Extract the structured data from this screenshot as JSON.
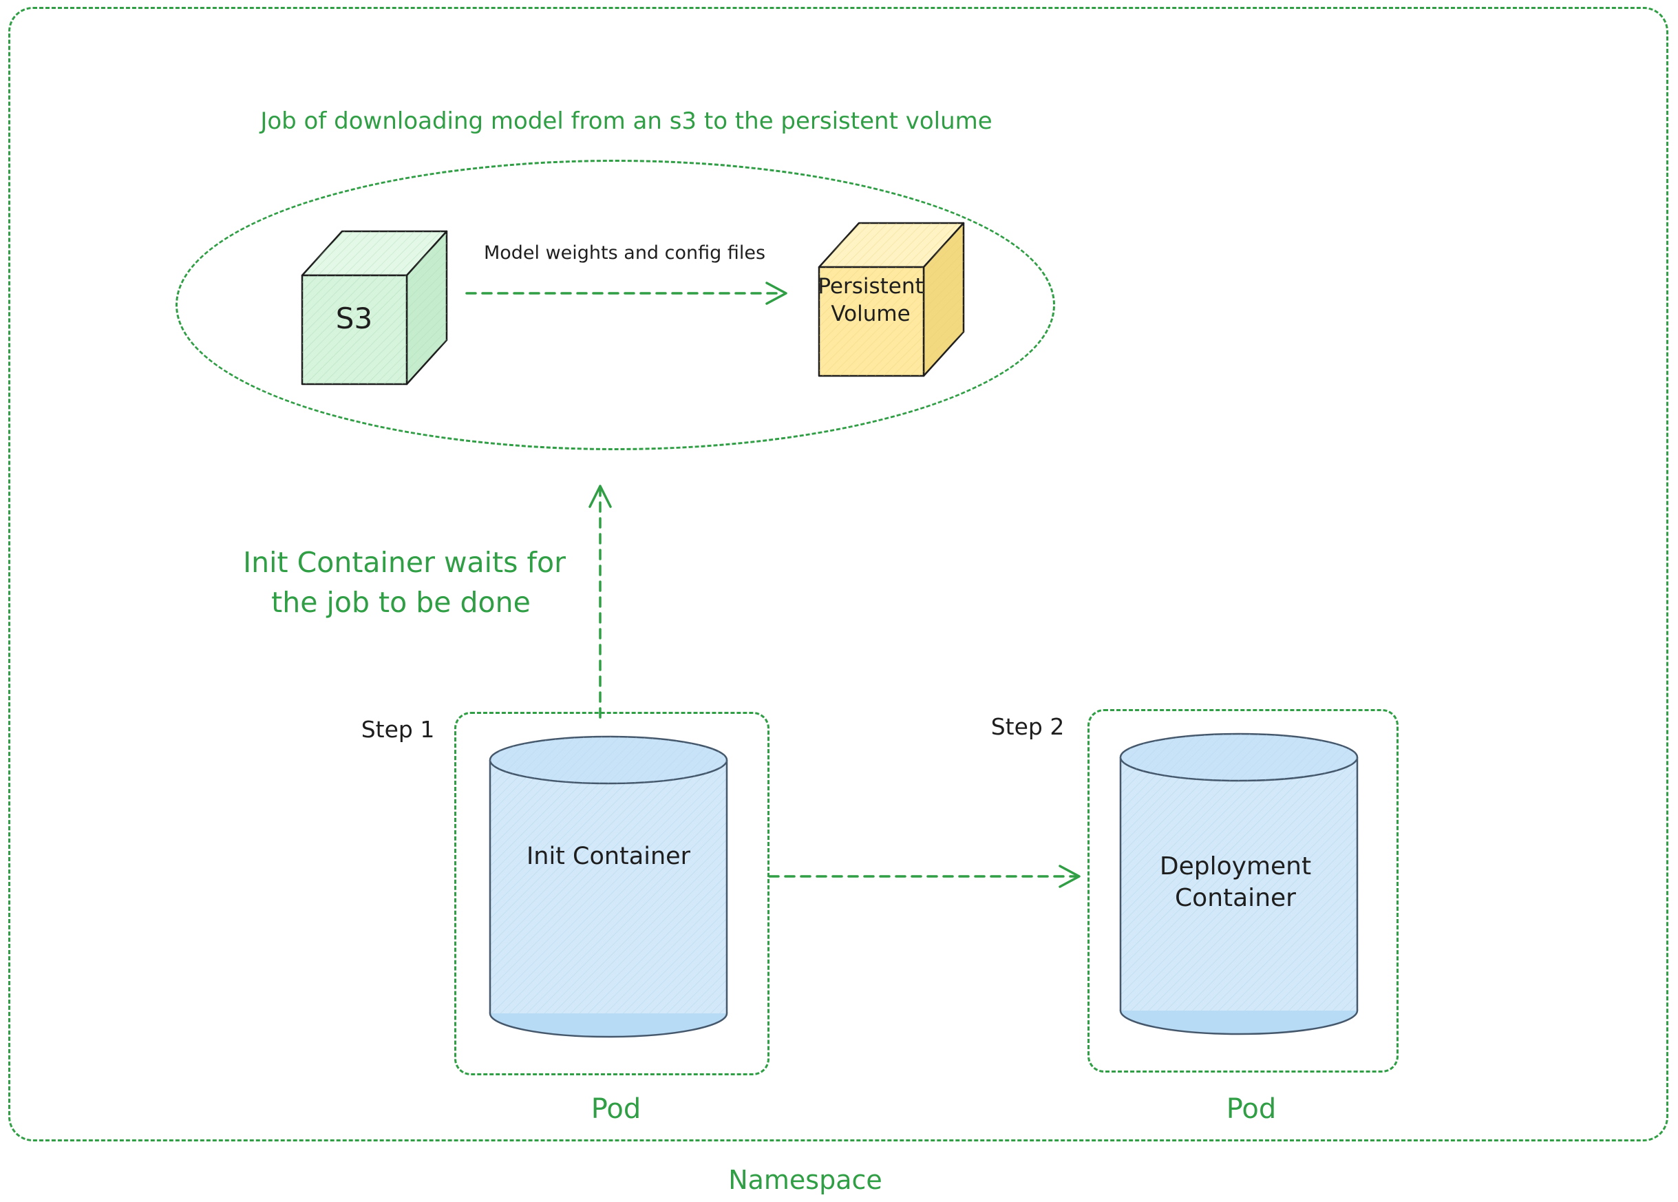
{
  "colors": {
    "green": "#2f9e44",
    "black": "#1e1e1e",
    "s3_fill": "#d6f3db",
    "pv_fill": "#ffe9a0",
    "cylinder_fill": "#d3e9f9"
  },
  "namespace": {
    "label": "Namespace"
  },
  "job_group": {
    "title": "Job of downloading model from an s3 to the persistent volume",
    "arrow_label": "Model weights and config files",
    "s3": {
      "label": "S3"
    },
    "persistent_volume": {
      "label_line1": "Persistent",
      "label_line2": "Volume"
    }
  },
  "wait_note": {
    "line1": "Init Container waits for",
    "line2": "the job to be done"
  },
  "pods": [
    {
      "step": "Step 1",
      "container_line1": "Init Container",
      "pod_label": "Pod"
    },
    {
      "step": "Step 2",
      "container_line1": "Deployment",
      "container_line2": "Container",
      "pod_label": "Pod"
    }
  ]
}
